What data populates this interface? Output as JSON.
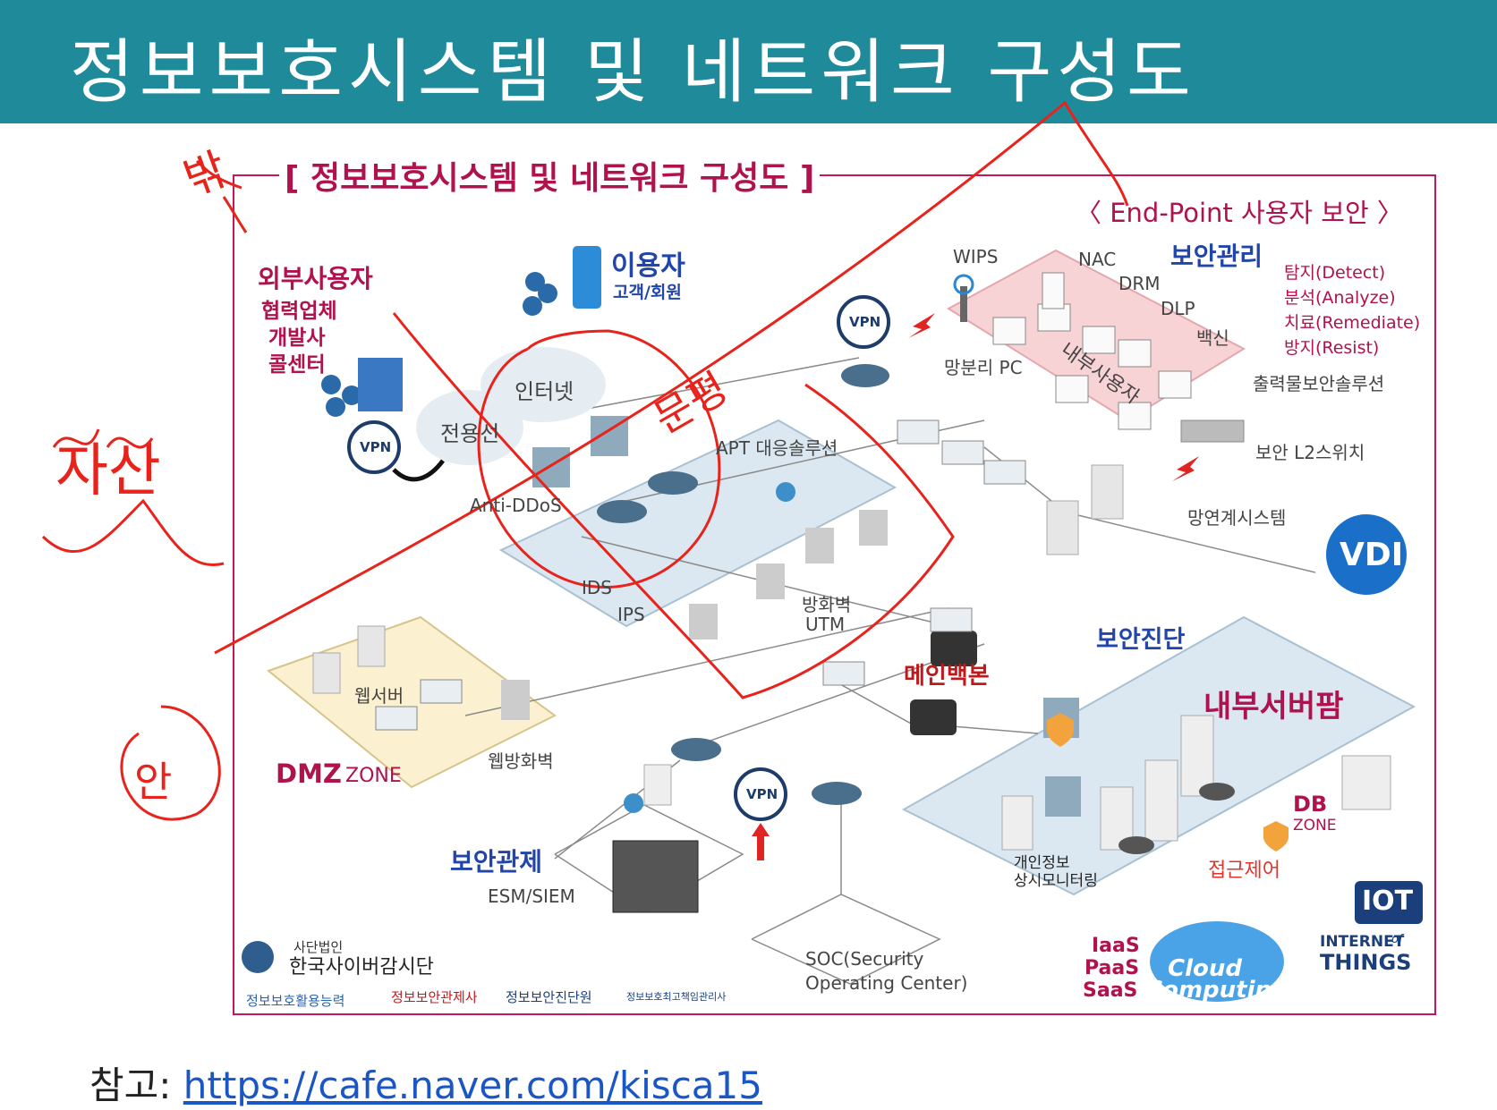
{
  "slide": {
    "title": "정보보호시스템 및 네트워크 구성도",
    "reference_label": "참고:",
    "reference_url": "https://cafe.naver.com/kisca15"
  },
  "diagram": {
    "title": "[ 정보보호시스템 및 네트워크 구성도 ]",
    "endpoint_title": "〈 End-Point 사용자 보안 〉",
    "external_users": {
      "title": "외부사용자",
      "items": [
        "협력업체",
        "개발사",
        "콜센터"
      ]
    },
    "users": {
      "title": "이용자",
      "subtitle": "고객/회원"
    },
    "clouds": {
      "internet": "인터넷",
      "dedicated_line": "전용선"
    },
    "vpn_label": "VPN",
    "perimeter_items": [
      "APT 대응솔루션",
      "Anti-DDoS",
      "IDS",
      "IPS",
      "방화벽",
      "UTM"
    ],
    "security_mgmt": {
      "title": "보안관리",
      "checks": [
        "WIPS",
        "NAC",
        "DRM",
        "DLP",
        "백신",
        "망분리 PC",
        "출력물보안솔루션",
        "보안 L2스위치",
        "망연계시스템"
      ],
      "internal_users": "내부사용자",
      "process": [
        "탐지(Detect)",
        "분석(Analyze)",
        "치료(Remediate)",
        "방지(Resist)"
      ]
    },
    "vdi": "VDI",
    "dmz": {
      "zone_bold": "DMZ",
      "zone_suffix": "ZONE",
      "web_server": "웹서버",
      "web_firewall": "웹방화벽"
    },
    "backbone": "메인백본",
    "diagnosis": "보안진단",
    "server_farm": "내부서버팜",
    "db_zone": {
      "db": "DB",
      "zone": "ZONE"
    },
    "access_control": "접근제어",
    "privacy_monitor": [
      "개인정보",
      "상시모니터링"
    ],
    "soc": {
      "title": "보안관제",
      "sub": "ESM/SIEM",
      "center_line1": "SOC(Security",
      "center_line2": "Operating Center)"
    },
    "cloud_services": [
      "IaaS",
      "PaaS",
      "SaaS"
    ],
    "cloud_logo": [
      "Cloud",
      "Computing"
    ],
    "iot": {
      "badge": "IOT",
      "line1": "INTERNET",
      "of": "of",
      "line2": "THINGS"
    },
    "org": {
      "prefix": "사단법인",
      "name": "한국사이버감시단"
    },
    "cert_logos": [
      "정보보호활용능력",
      "정보보안관제사",
      "정보보안진단원",
      "정보보호최고책임관리사"
    ]
  },
  "annotations": [
    "밖",
    "자산",
    "안",
    "문평"
  ],
  "colors": {
    "header": "#1f8a99",
    "frame": "#c2185b",
    "maroon": "#b0124e",
    "blue": "#2145a8",
    "ink": "#e8231c",
    "zone_fill": "#dbe8f1",
    "dmz_fill": "#fbf0cf",
    "mgmt_fill": "#f7d3d6"
  }
}
